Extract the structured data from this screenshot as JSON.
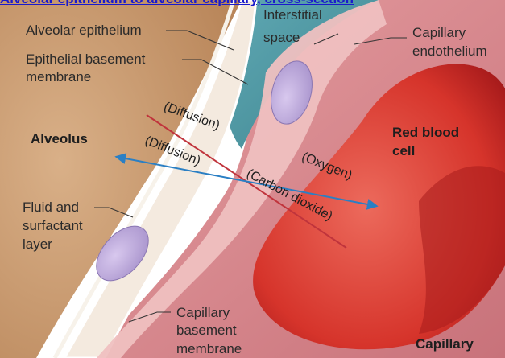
{
  "banner": {
    "text": "Alveolar epithelium to alveolar capillary, cross-section"
  },
  "labels": {
    "alveolar_epithelium": "Alveolar epithelium",
    "epithelial_basement_line1": "Epithelial basement",
    "epithelial_basement_line2": "membrane",
    "interstitial_line1": "Interstitial",
    "interstitial_line2": "space",
    "capillary_endothelium_line1": "Capillary",
    "capillary_endothelium_line2": "endothelium",
    "alveolus": "Alveolus",
    "red_blood_cell_line1": "Red blood",
    "red_blood_cell_line2": "cell",
    "fluid_line1": "Fluid and",
    "fluid_line2": "surfactant",
    "fluid_line3": "layer",
    "capillary_basement_line1": "Capillary",
    "capillary_basement_line2": "basement",
    "capillary_basement_line3": "membrane",
    "capillary": "Capillary"
  },
  "arrows": {
    "diffusion_top": "(Diffusion)",
    "oxygen": "(Oxygen)",
    "diffusion_bottom": "(Diffusion)",
    "carbon_dioxide": "(Carbon dioxide)"
  },
  "colors": {
    "alveolus": "#c89a6c",
    "interstitial": "#4f98a3",
    "capillary_wall": "#e9a9a9",
    "blood_plasma": "#d98a8e",
    "red_blood_cell": "#d42a24",
    "oxygen_arrow": "#2a7fc4",
    "co2_arrow": "#c0343c"
  }
}
